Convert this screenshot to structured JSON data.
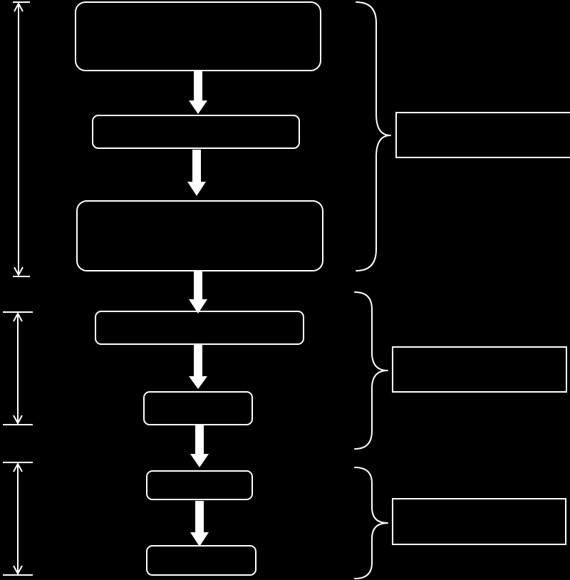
{
  "diagram": {
    "colors": {
      "background": "#000000",
      "stroke": "#ffffff",
      "arrow": "#ffffff"
    },
    "flow_boxes": [
      {
        "id": "box-1",
        "label": ""
      },
      {
        "id": "box-2",
        "label": ""
      },
      {
        "id": "box-3",
        "label": ""
      },
      {
        "id": "box-4",
        "label": ""
      },
      {
        "id": "box-5",
        "label": ""
      },
      {
        "id": "box-6",
        "label": ""
      },
      {
        "id": "box-7",
        "label": ""
      }
    ],
    "group_boxes": [
      {
        "id": "group-1",
        "label": ""
      },
      {
        "id": "group-2",
        "label": ""
      },
      {
        "id": "group-3",
        "label": ""
      }
    ],
    "arrows": [
      {
        "from": "box-1",
        "to": "box-2"
      },
      {
        "from": "box-2",
        "to": "box-3"
      },
      {
        "from": "box-3",
        "to": "box-4"
      },
      {
        "from": "box-4",
        "to": "box-5"
      },
      {
        "from": "box-5",
        "to": "box-6"
      },
      {
        "from": "box-6",
        "to": "box-7"
      }
    ]
  }
}
